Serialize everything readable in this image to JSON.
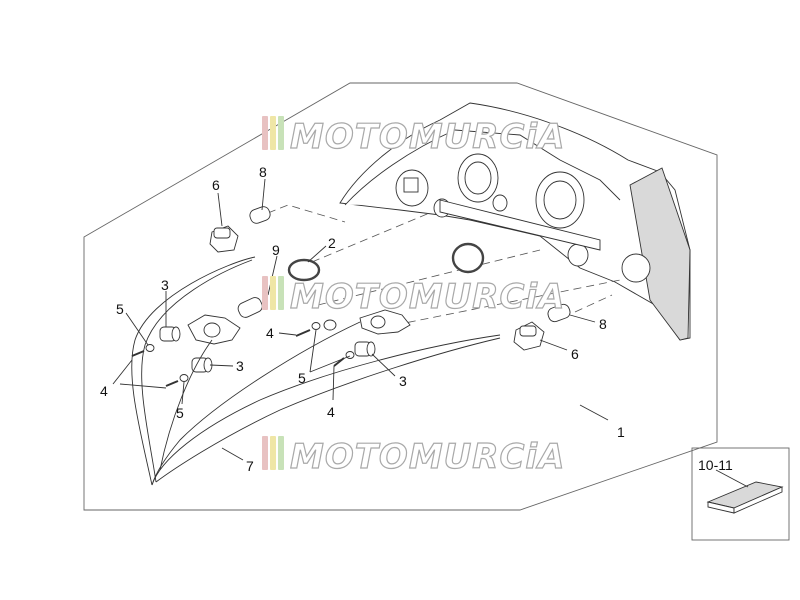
{
  "callouts": {
    "c1": "1",
    "c2": "2",
    "c3a": "3",
    "c3b": "3",
    "c3c": "3",
    "c4a": "4",
    "c4b": "4",
    "c4c": "4",
    "c5a": "5",
    "c5b": "5",
    "c5c": "5",
    "c6a": "6",
    "c6b": "6",
    "c7": "7",
    "c8a": "8",
    "c8b": "8",
    "c9": "9",
    "kit": "10-11"
  },
  "watermark": {
    "text": "MOTOMURCiA",
    "stripe_colors": [
      "#e8c2c2",
      "#efe6a6",
      "#c8e2b8"
    ]
  }
}
